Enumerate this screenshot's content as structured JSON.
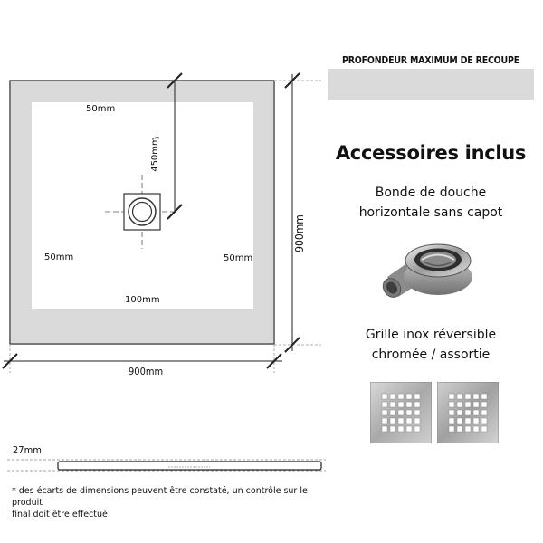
{
  "plan": {
    "label_top_strip": "50mm",
    "label_left_strip": "50mm",
    "label_right_strip": "50mm",
    "label_bottom_strip": "100mm",
    "label_drain_offset": "450mm",
    "drain_offset_asterisk": "*",
    "label_height": "900mm",
    "label_width": "900mm"
  },
  "legend": {
    "title": "PROFONDEUR MAXIMUM DE RECOUPE",
    "swatch_color": "#dadada"
  },
  "accessories": {
    "title": "Accessoires inclus",
    "drain_line1": "Bonde de douche",
    "drain_line2": "horizontale sans capot",
    "grille_line1": "Grille inox réversible",
    "grille_line2": "chromée / assortie"
  },
  "profile": {
    "thickness_label": "27mm"
  },
  "footnote": {
    "line1": "* des écarts de dimensions peuvent être constaté, un contrôle sur le produit",
    "line2": "final doit être effectué"
  }
}
